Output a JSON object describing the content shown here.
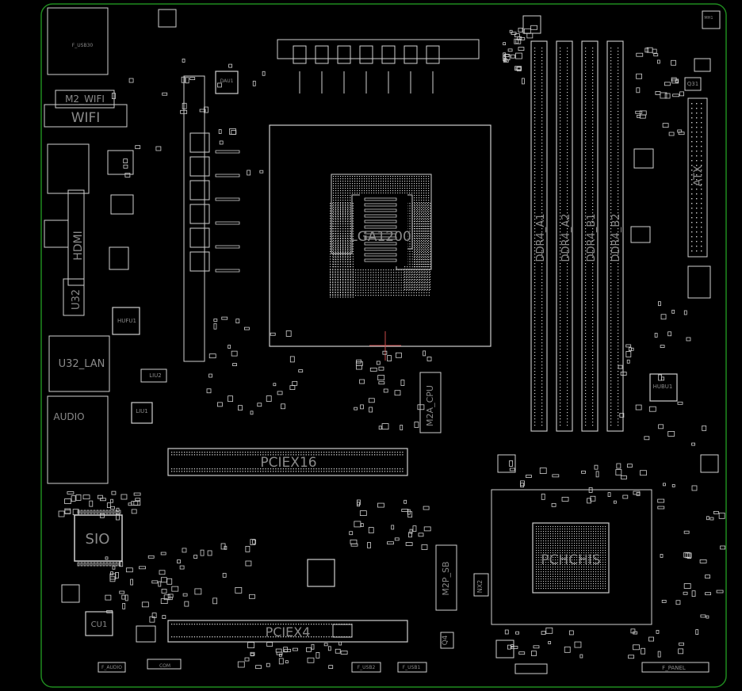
{
  "colors": {
    "background": "#000000",
    "outline": "#1f8a1f",
    "silkscreen": "#cfcfcf",
    "label": "#8a8a8a",
    "marker": "#c84a4a"
  },
  "labels": {
    "cpu_socket": "LGA1200",
    "pciex16": "PCIEX16",
    "pciex4": "PCIEX4",
    "sio": "SIO",
    "pch": "PCHCHIS",
    "wifi": "WIFI",
    "m2_wifi": "M2_WIFI",
    "atx": "ATX",
    "dimm_a1": "DDR4_A1",
    "dimm_a2": "DDR4_A2",
    "dimm_b1": "DDR4_B1",
    "dimm_b2": "DDR4_B2",
    "m2a_cpu": "M2A_CPU",
    "m2p_sb": "M2P_SB",
    "u32_lan": "U32_LAN",
    "audio": "AUDIO",
    "u32": "U32",
    "hdmi": "HDMI",
    "cu1": "CU1",
    "q4": "Q4",
    "nx2": "NX2",
    "hufu1": "HUFU1",
    "lu2": "LIU2",
    "liu1": "LIU1",
    "hubu1": "HUBU1",
    "dau1": "DAU1",
    "q31": "Q31",
    "f_audio": "F_AUDIO",
    "f_usb2": "F_USB2",
    "f_usb1": "F_USB1",
    "f_panel": "F_PANEL",
    "com": "COM",
    "f_usb30": "F_USB30",
    "mh": "MH1"
  }
}
